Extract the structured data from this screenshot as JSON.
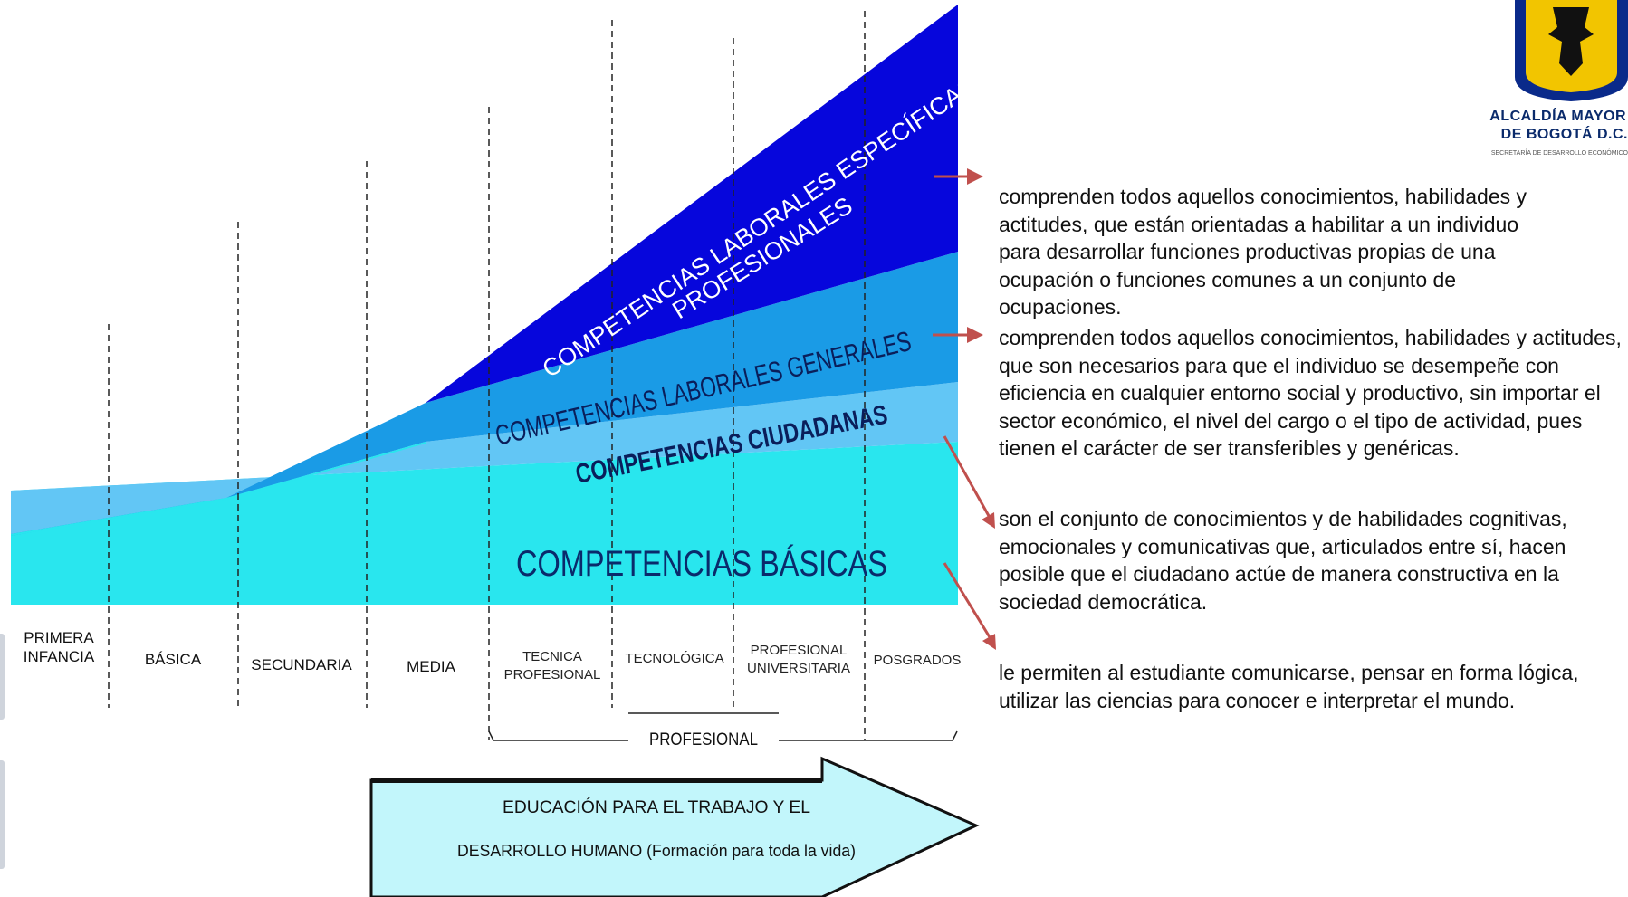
{
  "bands": {
    "especificas_line1": "COMPETENCIAS LABORALES ESPECÍFICAS Y",
    "especificas_line2": "PROFESIONALES",
    "generales": "COMPETENCIAS LABORALES GENERALES",
    "ciudadanas": "COMPETENCIAS CIUDADANAS",
    "basicas": "COMPETENCIAS BÁSICAS"
  },
  "levels": [
    {
      "line1": "PRIMERA",
      "line2": "INFANCIA"
    },
    {
      "line1": "BÁSICA",
      "line2": ""
    },
    {
      "line1": "SECUNDARIA",
      "line2": ""
    },
    {
      "line1": "MEDIA",
      "line2": ""
    },
    {
      "line1": "TECNICA",
      "line2": "PROFESIONAL"
    },
    {
      "line1": "TECNOLÓGICA",
      "line2": ""
    },
    {
      "line1": "PROFESIONAL",
      "line2": "UNIVERSITARIA"
    },
    {
      "line1": "POSGRADOS",
      "line2": ""
    }
  ],
  "bracket_label": "PROFESIONAL",
  "arrow": {
    "line1": "EDUCACIÓN PARA EL TRABAJO Y EL",
    "line2": "DESARROLLO HUMANO (Formación para toda la vida)"
  },
  "descriptions": {
    "especificas": "comprenden todos aquellos conocimientos, habilidades y actitudes, que están orientadas a habilitar a un individuo para desarrollar funciones productivas propias de una ocupación o funciones comunes a un conjunto de ocupaciones.",
    "generales": "comprenden todos aquellos conocimientos, habilidades y actitudes, que son necesarios para que el individuo se desempeñe con eficiencia en cualquier entorno social y productivo, sin importar el sector económico, el nivel del cargo o el tipo de actividad, pues tienen el carácter de ser transferibles y genéricas.",
    "ciudadanas": "son el conjunto de conocimientos y de habilidades cognitivas, emocionales y comunicativas que, articulados entre sí, hacen posible que el ciudadano actúe de manera constructiva en la sociedad democrática.",
    "basicas": "le permiten al estudiante comunicarse, pensar en forma lógica, utilizar las ciencias para conocer e interpretar el mundo."
  },
  "logo": {
    "line1": "ALCALDÍA MAYOR",
    "line2": "DE BOGOTÁ D.C.",
    "line3": "SECRETARÍA DE DESARROLLO ECONÓMICO"
  },
  "colors": {
    "basicas": "#29e6ee",
    "ciudadanas": "#62c6f5",
    "generales": "#1a9be6",
    "especificas": "#0606dc",
    "arrow_fill": "#c2f6fb",
    "pointer_arrow": "#c0504d"
  }
}
